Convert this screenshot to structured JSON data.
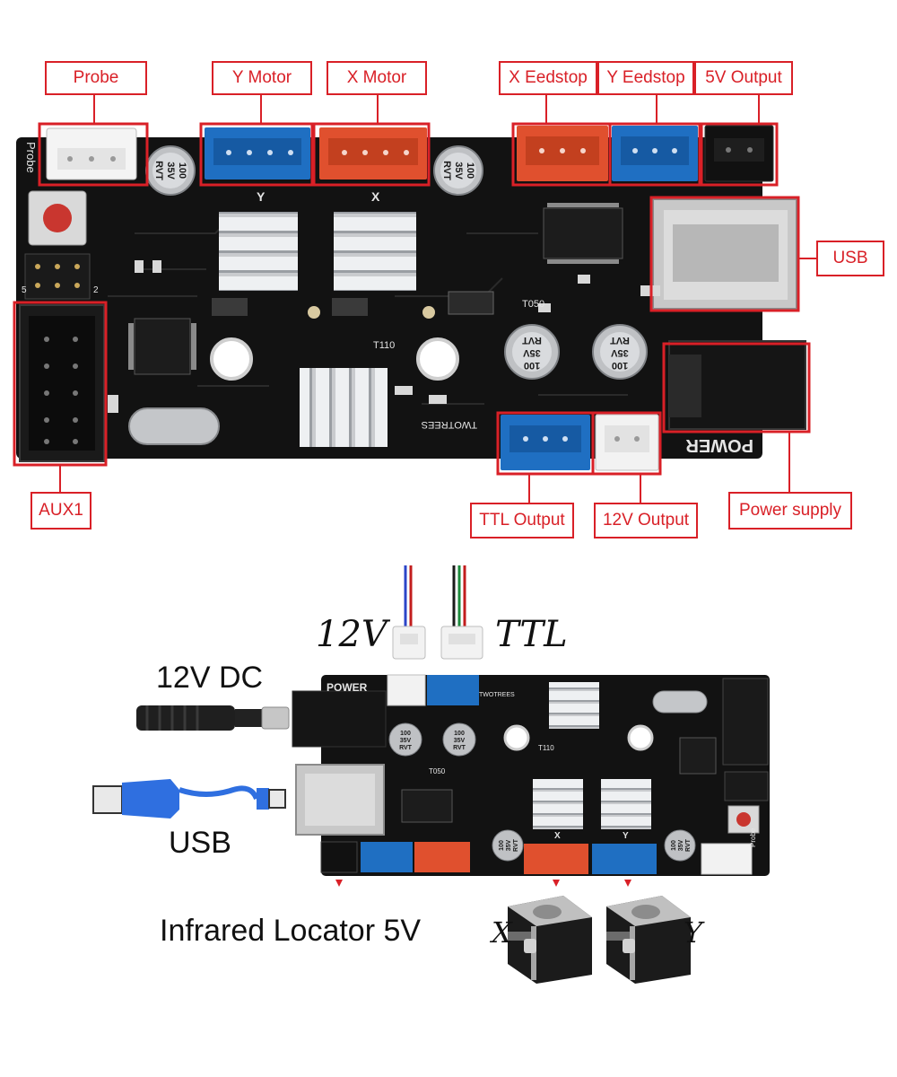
{
  "colors": {
    "callout_red": "#d92027",
    "pcb_black": "#121212",
    "connector_blue": "#1f6fc2",
    "connector_red": "#e0502e",
    "connector_white": "#f2f2f2",
    "connector_black": "#111111",
    "heatsink_silver": "#d4d6d9",
    "usb_metal": "#c8c8c8"
  },
  "top_board": {
    "callouts": {
      "probe": "Probe",
      "y_motor": "Y Motor",
      "x_motor": "X Motor",
      "x_endstop": "X Eedstop",
      "y_endstop": "Y Eedstop",
      "output_5v": "5V Output",
      "usb": "USB",
      "aux1": "AUX1",
      "ttl_output": "TTL Output",
      "output_12v": "12V Output",
      "power_supply": "Power supply"
    },
    "silkscreen": {
      "probe": "Probe",
      "power": "POWER",
      "brand": "TWOTREES",
      "cap": [
        "100",
        "35V",
        "RVT"
      ],
      "t050": "T050",
      "t110": "T110",
      "motor_y": "Y",
      "motor_x": "X",
      "pin_5": "5",
      "pin_2": "2"
    }
  },
  "bottom_board": {
    "labels": {
      "v12": "12V",
      "ttl": "TTL",
      "dc12": "12V DC",
      "usb": "USB",
      "infrared": "Infrared Locator 5V",
      "x": "X",
      "y": "Y"
    },
    "silkscreen": {
      "power": "POWER",
      "brand": "TWOTREES",
      "cap": [
        "100",
        "35V",
        "RVT"
      ],
      "t050": "T050",
      "t110": "T110",
      "probe": "Probe",
      "motor_y": "Y",
      "motor_x": "X"
    }
  }
}
